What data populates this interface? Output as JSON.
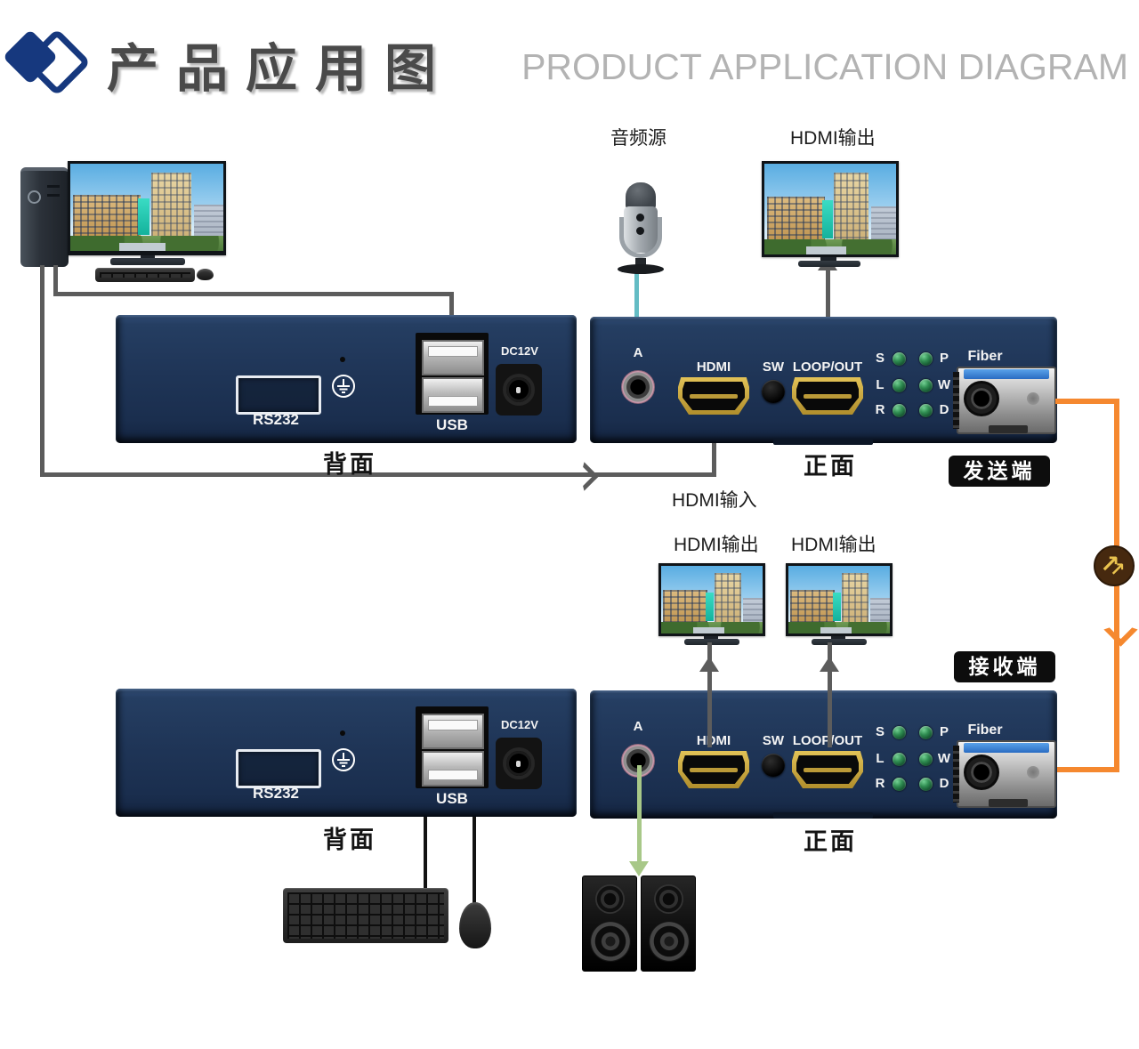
{
  "header": {
    "title_zh": "产品应用图",
    "title_en": "PRODUCT APPLICATION DIAGRAM"
  },
  "labels": {
    "audio_source": "音频源",
    "hdmi_output_top": "HDMI输出",
    "hdmi_input": "HDMI输入",
    "hdmi_output_rx1": "HDMI输出",
    "hdmi_output_rx2": "HDMI输出"
  },
  "transmitter": {
    "back_label": "背面",
    "front_label": "正面",
    "badge": "发送端"
  },
  "receiver": {
    "back_label": "背面",
    "front_label": "正面",
    "badge": "接收端"
  },
  "panel": {
    "rs232": "RS232",
    "usb": "USB",
    "dc12v": "DC12V",
    "audio": "A",
    "hdmi": "HDMI",
    "sw": "SW",
    "loop_out": "LOOP/OUT",
    "fiber": "Fiber",
    "leds_left": [
      "S",
      "L",
      "R"
    ],
    "leds_right": [
      "P",
      "W",
      "D"
    ]
  },
  "colors": {
    "device_body": "#1f3557",
    "logo_blue": "#16387e",
    "fiber_line": "#f5882f",
    "audio_in_line": "#64bcc4",
    "audio_out_line": "#a8c888",
    "hdmi_line": "#5c5c5c",
    "usb_line": "#121212",
    "led_green": "#2f8c51",
    "port_gold": "#c9a23a",
    "fiber_icon_bg": "#46290f"
  }
}
